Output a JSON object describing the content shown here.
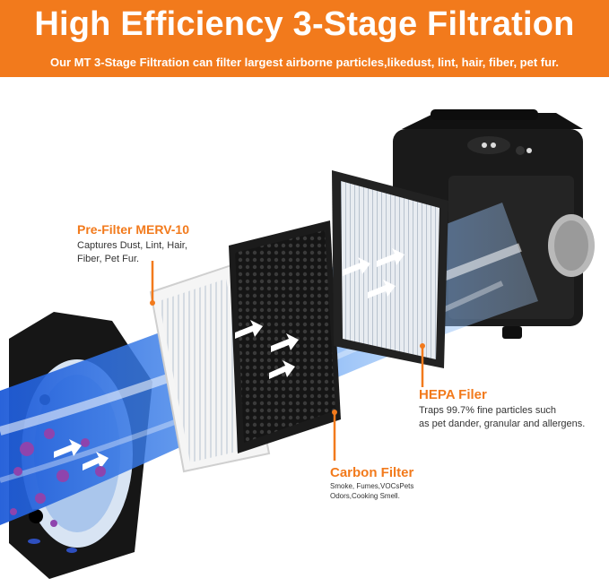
{
  "header": {
    "title": "High Efficiency 3-Stage Filtration",
    "subtitle": "Our MT 3-Stage Filtration can filter largest airborne particles,likedust, lint, hair, fiber, pet fur."
  },
  "stages": {
    "prefilter": {
      "title": "Pre-Filter MERV-10",
      "line1": "Captures Dust, Lint, Hair,",
      "line2": "Fiber, Pet Fur."
    },
    "hepa": {
      "title": "HEPA Filer",
      "line1": "Traps 99.7% fine particles such",
      "line2": "as pet dander, granular and allergens."
    },
    "carbon": {
      "title": "Carbon Filter",
      "line1": "Smoke, Fumes,VOCsPets",
      "line2": "Odors,Cooking Smell."
    }
  },
  "colors": {
    "accent": "#f27a1c",
    "airflow": "#3b82f6",
    "particles": "#8e44ad",
    "device": "#1a1a1a"
  },
  "icons": [
    "airflow-arrow-icon",
    "particle-icon"
  ]
}
